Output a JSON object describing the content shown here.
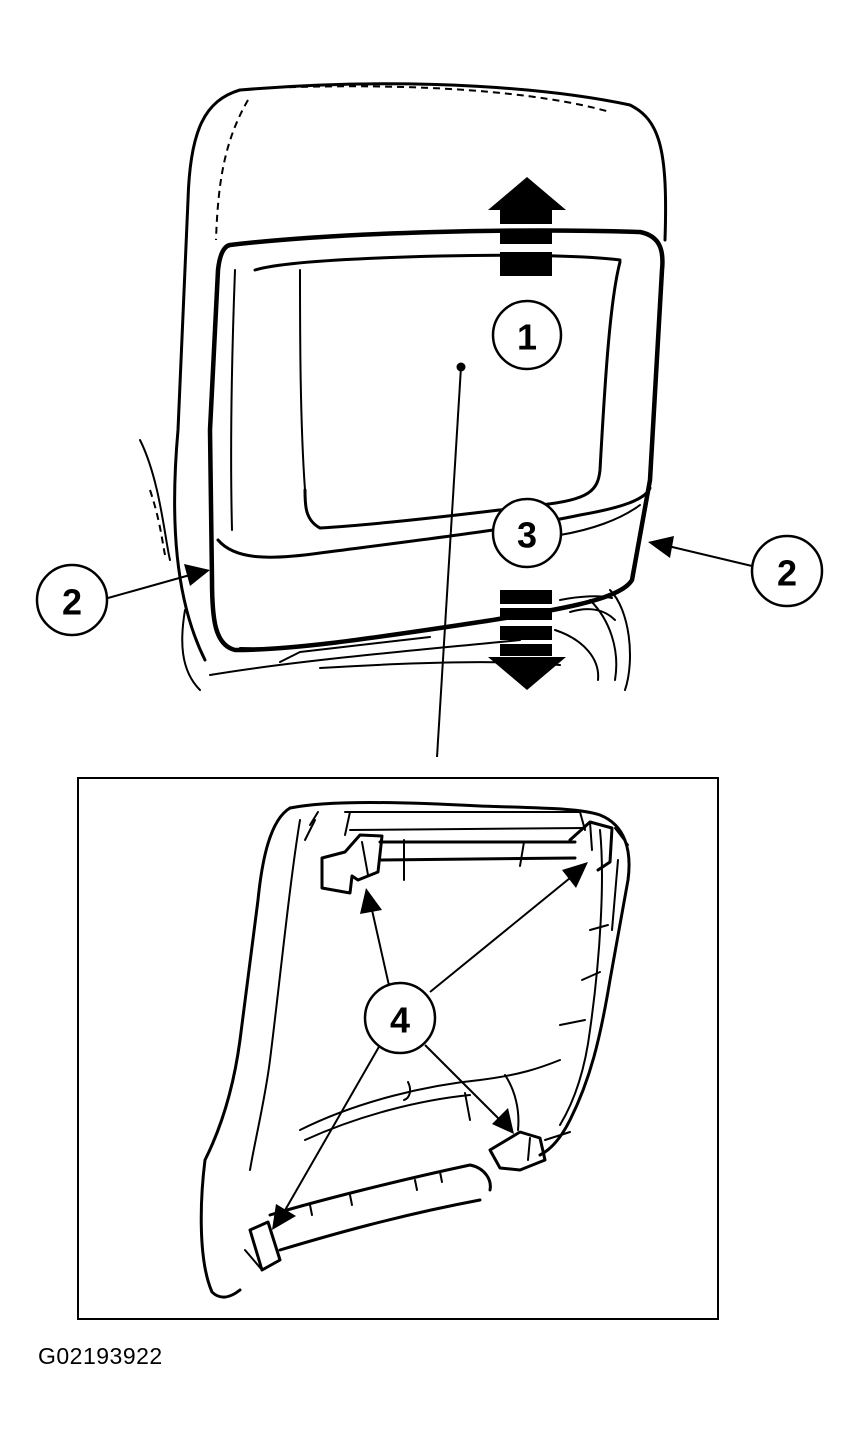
{
  "figure_id": "G02193922",
  "callouts": {
    "c1": "1",
    "c2_left": "2",
    "c2_right": "2",
    "c3": "3",
    "c4": "4"
  },
  "ink_color": "#000000",
  "background_color": "#ffffff"
}
